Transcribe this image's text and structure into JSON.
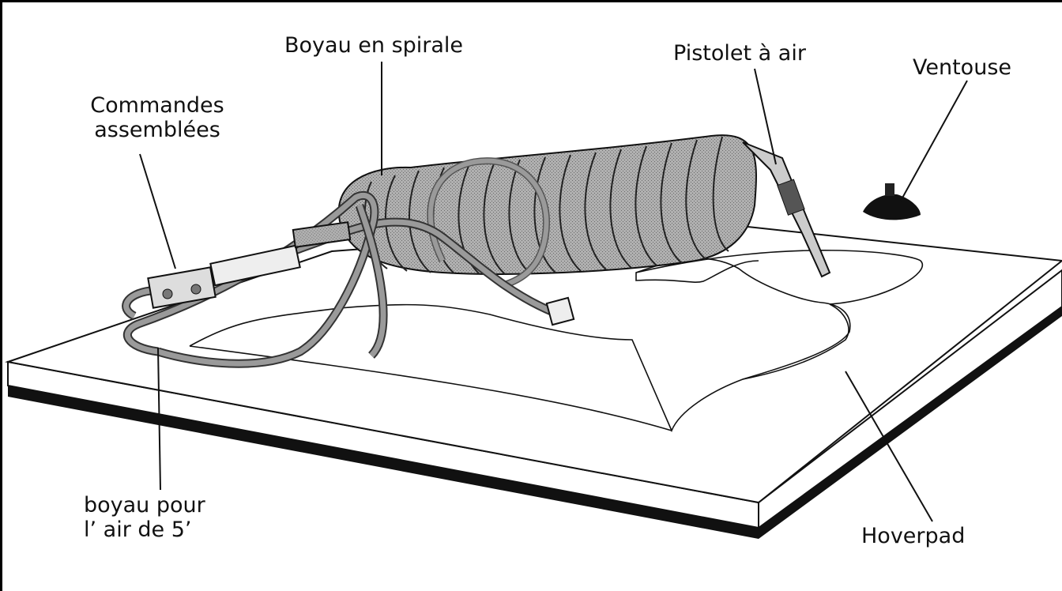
{
  "labels": {
    "commandes": {
      "line1": "Commandes",
      "line2": "assemblées"
    },
    "boyau_spirale": "Boyau en spirale",
    "pistolet": "Pistolet à air",
    "ventouse": "Ventouse",
    "boyau_air": {
      "line1": "boyau pour",
      "line2": "l’ air de 5’"
    },
    "hoverpad": "Hoverpad"
  },
  "colors": {
    "line": "#111111",
    "hose_fill": "#9a9a9a",
    "coil_fill": "#a8a8a8",
    "pad_top": "#ffffff",
    "pad_edge": "#1a1a1a"
  }
}
